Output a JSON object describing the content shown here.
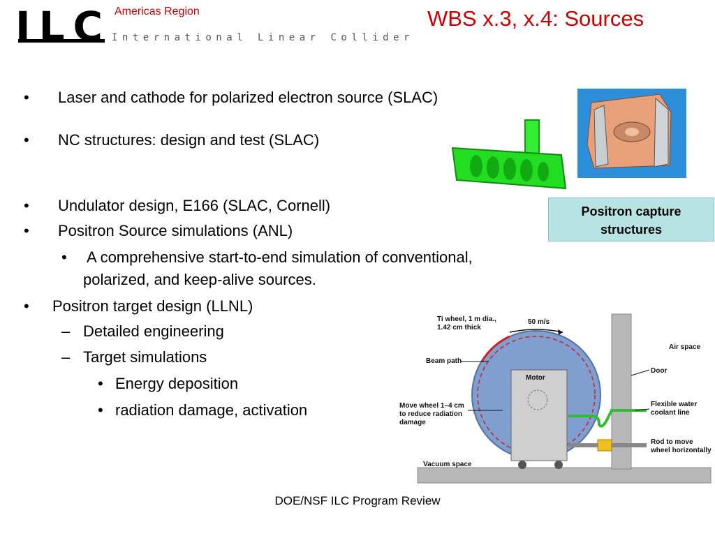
{
  "header": {
    "logo_text": "ILC",
    "region": "Americas Region",
    "tagline": "International Linear Collider",
    "title": "WBS x.3, x.4: Sources"
  },
  "bullets": {
    "b1": "Laser and cathode for polarized electron source (SLAC)",
    "b2": "NC structures: design and test (SLAC)",
    "b3": "Undulator design, E166  (SLAC, Cornell)",
    "b4": "Positron Source simulations (ANL)",
    "b4_sub_line1": "A comprehensive start-to-end simulation of conventional,",
    "b4_sub_line2": "polarized, and keep-alive  sources.",
    "b5": "Positron target design (LLNL)",
    "b5_sub1": "Detailed engineering",
    "b5_sub2": "Target simulations",
    "b5_sub2_a": "Energy deposition",
    "b5_sub2_b": "radiation damage, activation"
  },
  "markers": {
    "dot": "•",
    "dash": "–"
  },
  "callout": {
    "line1": "Positron capture",
    "line2": "structures"
  },
  "diagram": {
    "ti_wheel_1": "Ti wheel, 1 m dia.,",
    "ti_wheel_2": "1.42 cm thick",
    "speed": "50 m/s",
    "beam_path": "Beam path",
    "motor": "Motor",
    "move_1": "Move wheel 1–4 cm",
    "move_2": "to reduce radiation",
    "move_3": "damage",
    "vacuum": "Vacuum space",
    "air": "Air space",
    "door": "Door",
    "coolant_1": "Flexible water",
    "coolant_2": "coolant line",
    "rod_1": "Rod to move",
    "rod_2": "wheel horizontally"
  },
  "footer": "DOE/NSF ILC Program Review",
  "colors": {
    "accent": "#cc0000",
    "callout_bg": "#b7e3e5",
    "nc_green": "#22dd22",
    "wheel_blue": "#7f9fd0"
  }
}
